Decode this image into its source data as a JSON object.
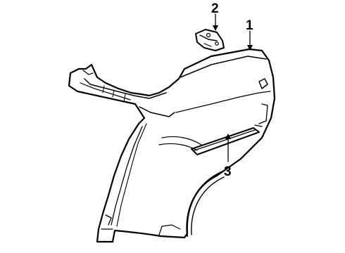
{
  "diagram": {
    "callouts": [
      {
        "label": "1",
        "part": "quarter-panel"
      },
      {
        "label": "2",
        "part": "bracket"
      },
      {
        "label": "3",
        "part": "side-molding"
      }
    ]
  }
}
